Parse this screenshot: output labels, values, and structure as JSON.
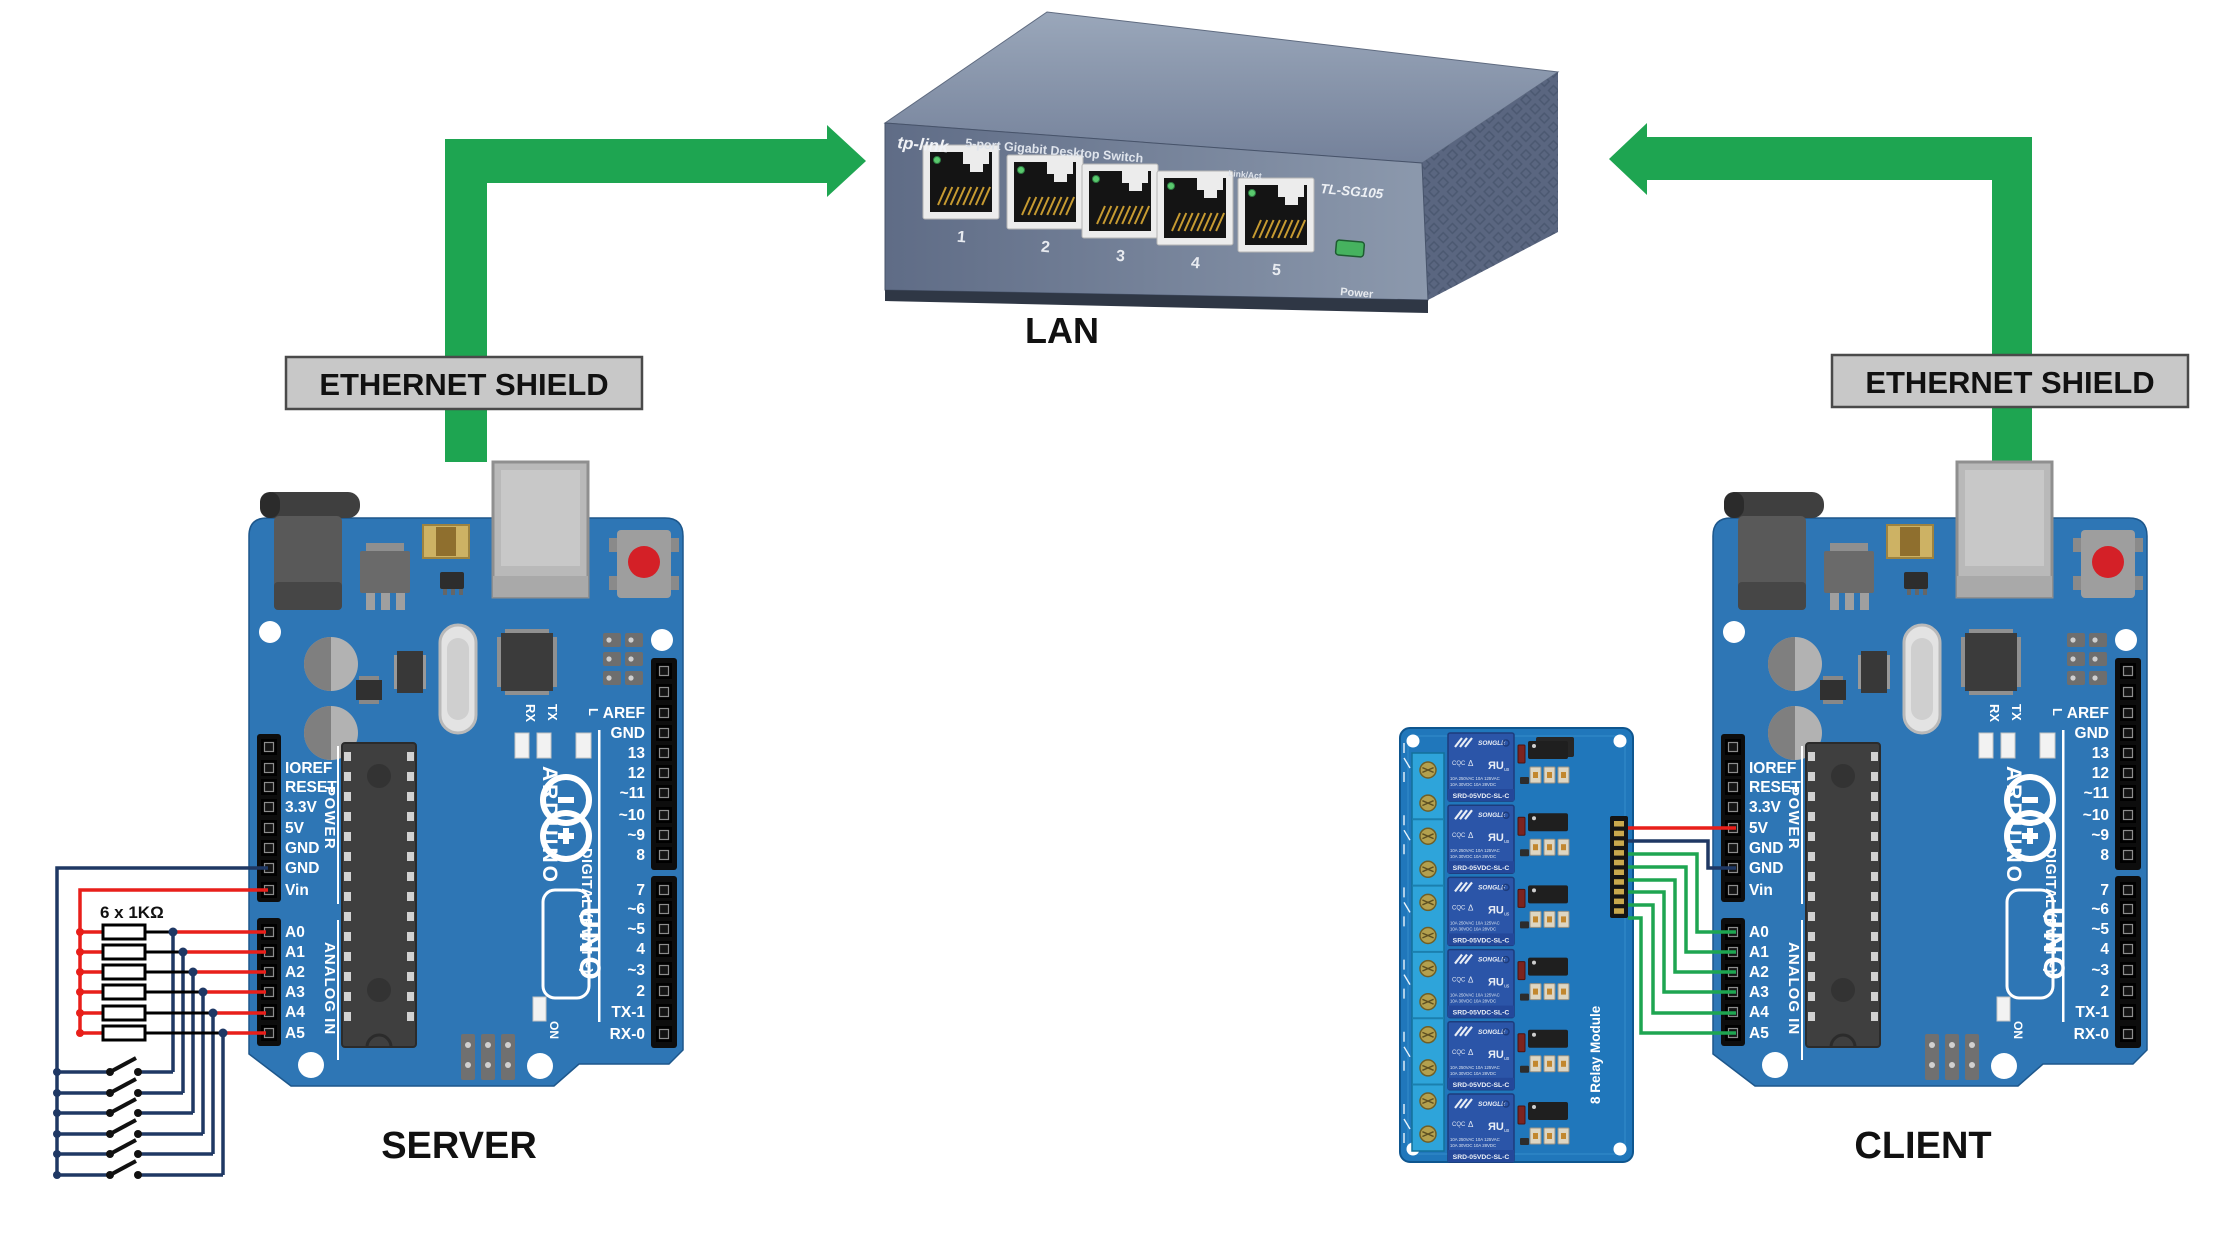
{
  "title_labels": {
    "lan": "LAN",
    "server": "SERVER",
    "client": "CLIENT"
  },
  "ethernet_shield_label": "ETHERNET SHIELD",
  "network_switch": {
    "brand": "tp-link",
    "description": "5-port Gigabit Desktop Switch",
    "model": "TL-SG105",
    "port_numbers": [
      "1",
      "2",
      "3",
      "4",
      "5"
    ],
    "link_act_label": "Link/Act",
    "power_label": "Power"
  },
  "arduino": {
    "brand": "ARDUINO",
    "model": "UNO",
    "power_section_label": "POWER",
    "analog_section_label": "ANALOG IN",
    "digital_section_label": "DIGITAL (PWM ~)",
    "power_pins": [
      "IOREF",
      "RESET",
      "3.3V",
      "5V",
      "GND",
      "GND",
      "Vin"
    ],
    "analog_pins": [
      "A0",
      "A1",
      "A2",
      "A3",
      "A4",
      "A5"
    ],
    "digital_pins_upper": [
      "AREF",
      "GND",
      "13",
      "12",
      "~11",
      "~10",
      "~9",
      "8"
    ],
    "digital_pins_lower": [
      "7",
      "~6",
      "~5",
      "4",
      "~3",
      "2",
      "TX-1",
      "RX-0"
    ],
    "led_labels": {
      "rx": "RX",
      "tx": "TX",
      "l": "L",
      "on": "ON"
    }
  },
  "relay_module": {
    "name": "8 Relay Module",
    "relay_brand": "SONGLE",
    "relay_model": "SRD-05VDC-SL-C",
    "relay_rating_line1": "10A 250VAC  10A 125VAC",
    "relay_rating_line2": "10A 30VDC  10A 28VDC",
    "cqc_mark": "CQC",
    "ul_mark": "ЯU",
    "ul_sub": "us",
    "visible_relay_count": 6
  },
  "resistor_network": {
    "label": "6 x 1KΩ",
    "resistor_count": 6,
    "switch_count": 6
  },
  "colors": {
    "arrow_green": "#1ea551",
    "wire_green": "#1ea551",
    "wire_red": "#e81f1a",
    "wire_navy": "#1f3864",
    "board_blue": "#2e76b5",
    "relay_pcb_blue": "#2077bb",
    "relay_blue": "#2b55a8",
    "shield_label_gray": "#c8c8c8",
    "switch_body_gray": "#76839a",
    "led_green": "#46b25f"
  }
}
